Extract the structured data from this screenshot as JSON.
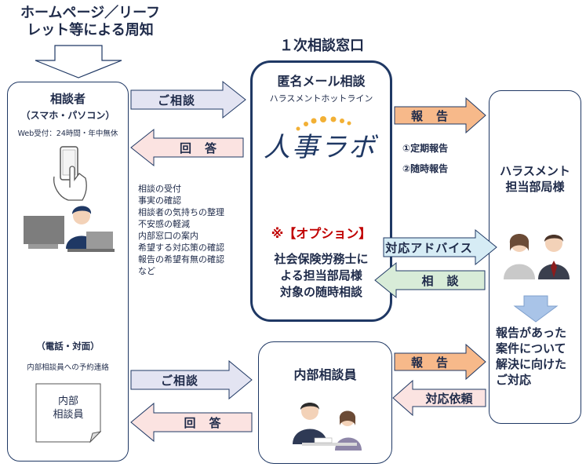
{
  "top_notice": {
    "line1": "ホームページ／リーフ",
    "line2": "レット等による周知"
  },
  "window_title": "１次相談窓口",
  "consultant": {
    "title": "相談者",
    "subtitle": "（スマホ・パソコン）",
    "hours": "Web受付：24時間・年中無休",
    "phone_label": "（電話・対面）",
    "reservation": "内部相談員への予約連絡",
    "internal_note": {
      "line1": "内部",
      "line2": "相談員"
    }
  },
  "center": {
    "title": "匿名メール相談",
    "subtitle": "ハラスメントホットライン",
    "logo_text": "人事ラボ",
    "option_title": "※【オプション】",
    "option_body": {
      "line1": "社会保険労務士に",
      "line2": "よる担当部局様",
      "line3": "対象の随時相談"
    }
  },
  "services": [
    "相談の受付",
    "事実の確認",
    "相談者の気持ちの整理",
    "不安感の軽減",
    "内部窓口の案内",
    "希望する対応策の確認",
    "報告の希望有無の確認",
    "など"
  ],
  "report_types": [
    "①定期報告",
    "②随時報告"
  ],
  "harassment_dept": {
    "title": {
      "line1": "ハラスメント",
      "line2": "担当部局様"
    },
    "resolution": {
      "line1": "報告があった",
      "line2": "案件について",
      "line3": "解決に向けた",
      "line4": "ご対応"
    }
  },
  "internal_counselor": {
    "title": "内部相談員"
  },
  "arrows": {
    "consult_top": "ご相談",
    "answer_top": "回　答",
    "report_top": "報　告",
    "advice": "対応アドバイス",
    "consult_back": "相　談",
    "consult_bottom": "ご相談",
    "answer_bottom": "回　答",
    "report_bottom": "報　告",
    "request": "対応依頼"
  },
  "colors": {
    "navy": "#1f3864",
    "lavender_fill": "#e3e4f2",
    "pink_fill": "#fbe3e1",
    "orange_fill": "#f7b98a",
    "lightblue_fill": "#d6ecf5",
    "lightgreen_fill": "#d8ecd8",
    "option_red": "#c00000",
    "logo_gold": "#f2b035"
  }
}
